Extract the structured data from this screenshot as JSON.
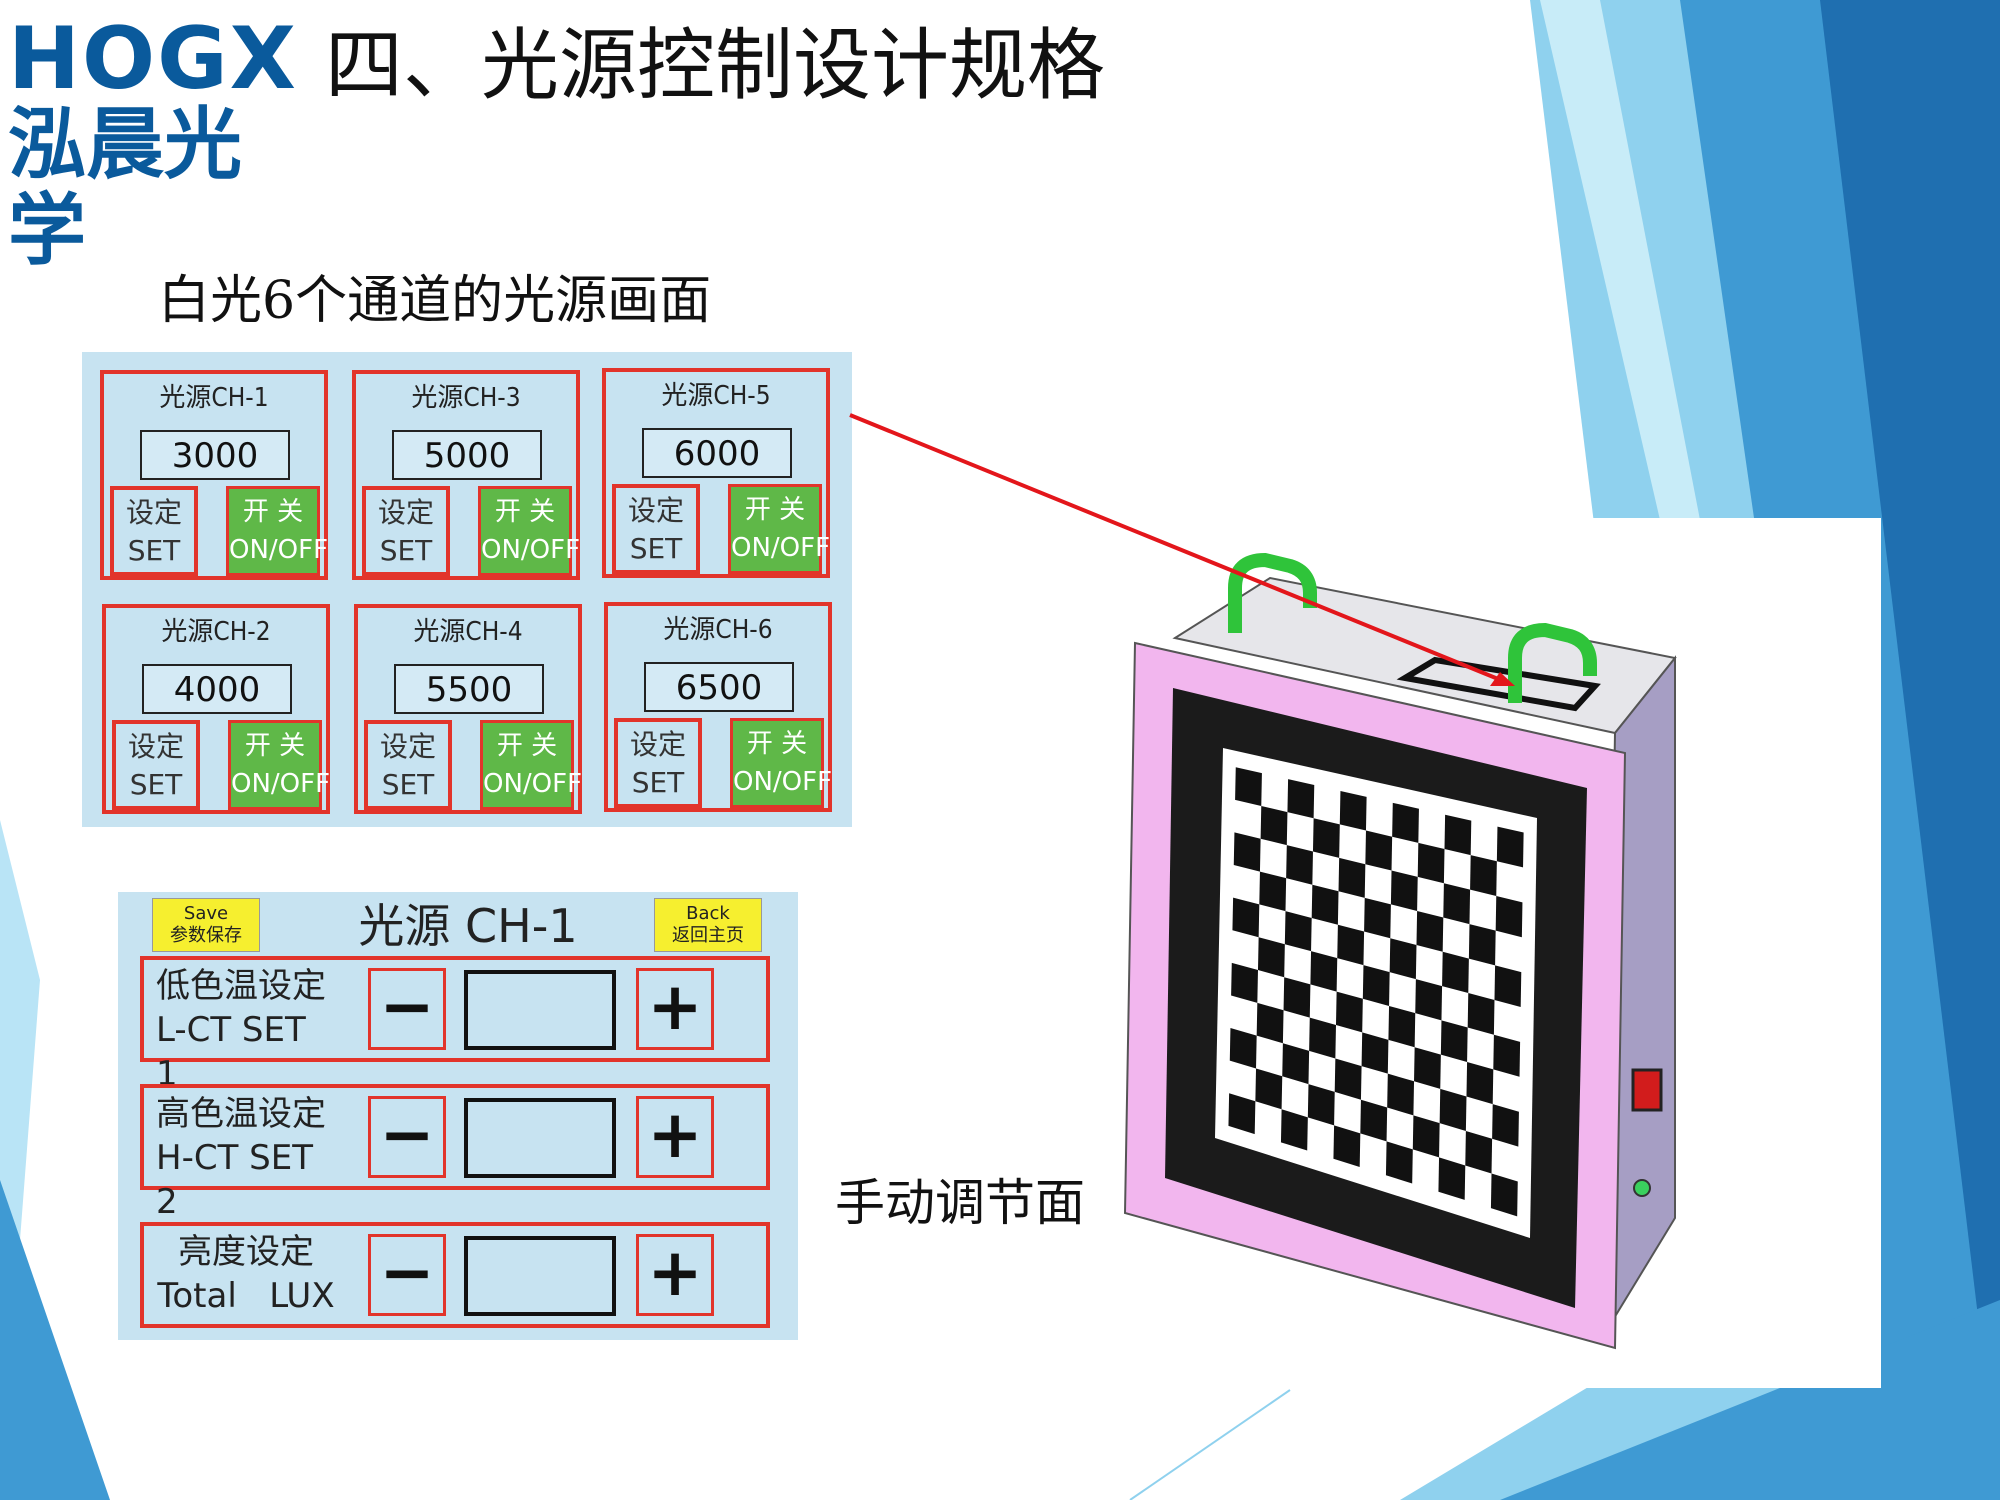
{
  "brand": {
    "logo_en": "HOGX",
    "logo_cn": "泓晨光学"
  },
  "slide": {
    "title": "四、光源控制设计规格",
    "section_title": "白光6个通道的光源画面",
    "manual_label": "手动调节面"
  },
  "channels": [
    {
      "title": "光源CH-1",
      "value": "3000",
      "set_cn": "设定",
      "set_en": "SET",
      "onoff_cn": "开 关",
      "onoff_en": "ON/OFF"
    },
    {
      "title": "光源CH-3",
      "value": "5000",
      "set_cn": "设定",
      "set_en": "SET",
      "onoff_cn": "开 关",
      "onoff_en": "ON/OFF"
    },
    {
      "title": "光源CH-5",
      "value": "6000",
      "set_cn": "设定",
      "set_en": "SET",
      "onoff_cn": "开 关",
      "onoff_en": "ON/OFF"
    },
    {
      "title": "光源CH-2",
      "value": "4000",
      "set_cn": "设定",
      "set_en": "SET",
      "onoff_cn": "开 关",
      "onoff_en": "ON/OFF"
    },
    {
      "title": "光源CH-4",
      "value": "5500",
      "set_cn": "设定",
      "set_en": "SET",
      "onoff_cn": "开 关",
      "onoff_en": "ON/OFF"
    },
    {
      "title": "光源CH-6",
      "value": "6500",
      "set_cn": "设定",
      "set_en": "SET",
      "onoff_cn": "开 关",
      "onoff_en": "ON/OFF"
    }
  ],
  "detail_panel": {
    "title": "光源 CH-1",
    "save_en": "Save",
    "save_cn": "参数保存",
    "back_en": "Back",
    "back_cn": "返回主页",
    "rows": [
      {
        "label_cn": "低色温设定",
        "label_en": "L-CT SET 1",
        "minus": "−",
        "plus": "+"
      },
      {
        "label_cn": "高色温设定",
        "label_en": "H-CT SET 2",
        "minus": "−",
        "plus": "+"
      },
      {
        "label_cn": "亮度设定",
        "label_en": "Total   LUX",
        "minus": "−",
        "plus": "+"
      }
    ]
  },
  "colors": {
    "accent_red": "#e2342b",
    "panel_bg": "#c7e3f1",
    "onoff_green": "#5fb848",
    "btn_yellow": "#f6ef2f",
    "brand_blue": "#0a5a9c",
    "device_pink": "#f2b6ee",
    "handle_green": "#2fc43a"
  }
}
